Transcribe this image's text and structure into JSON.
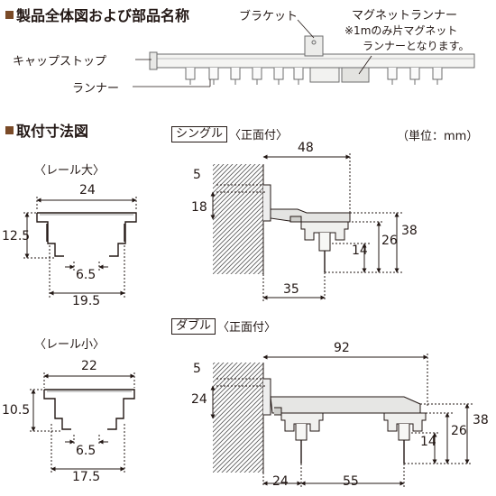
{
  "section1": {
    "title": "製品全体図および部品名称"
  },
  "parts": {
    "bracket": "ブラケット",
    "magnet_runner": "マグネットランナー",
    "magnet_note_1": "※1mのみ片マグネット",
    "magnet_note_2": "ランナーとなります。",
    "cap_stop": "キャップストップ",
    "runner": "ランナー"
  },
  "section2": {
    "title": "取付寸法図",
    "unit": "（単位：mm）"
  },
  "rail_large": {
    "title": "〈レール大〉",
    "top": "24",
    "height": "12.5",
    "slot": "6.5",
    "bottom": "19.5"
  },
  "rail_small": {
    "title": "〈レール小〉",
    "top": "22",
    "height": "10.5",
    "slot": "6.5",
    "bottom": "17.5"
  },
  "single": {
    "label": "シングル",
    "sub": "〈正面付〉",
    "d48": "48",
    "d5": "5",
    "d18": "18",
    "d38": "38",
    "d26": "26",
    "d14": "14",
    "d35": "35"
  },
  "double": {
    "label": "ダブル",
    "sub": "〈正面付〉",
    "d92": "92",
    "d5": "5",
    "d24": "24",
    "d38": "38",
    "d26": "26",
    "d14": "14",
    "d24b": "24",
    "d55": "55"
  }
}
